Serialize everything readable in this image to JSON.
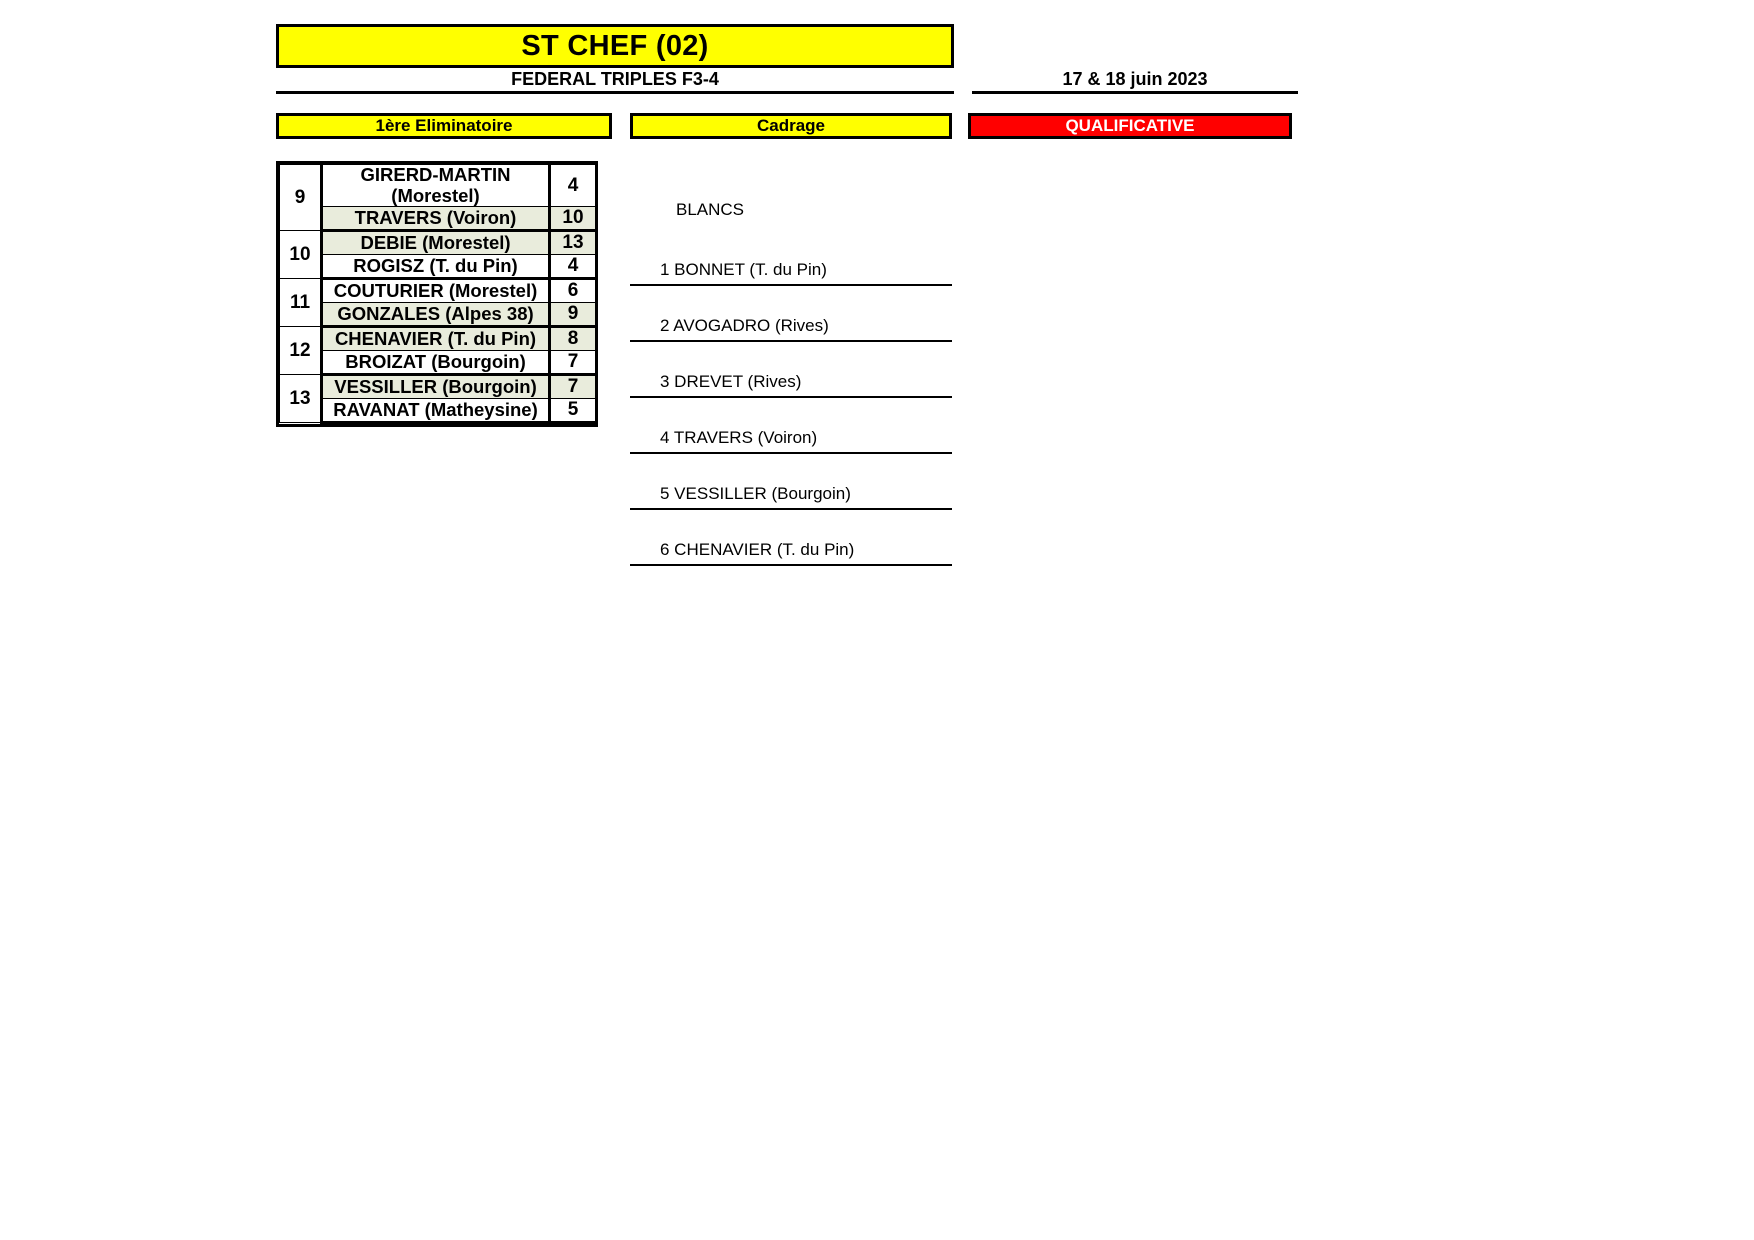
{
  "header": {
    "title": "ST CHEF (02)",
    "subtitle": "FEDERAL TRIPLES  F3-4",
    "date": "17 & 18 juin 2023"
  },
  "bands": {
    "eliminatoire": "1ère Eliminatoire",
    "cadrage": "Cadrage",
    "qualificative": "QUALIFICATIVE"
  },
  "colors": {
    "banner_yellow": "#ffff00",
    "qualificative_red": "#ff0000",
    "row_shade": "#e9ecdc",
    "border_black": "#000000"
  },
  "results": {
    "groups": [
      {
        "number": "9",
        "rows": [
          {
            "name": "GIRERD-MARTIN (Morestel)",
            "score": "4",
            "shaded": false
          },
          {
            "name": "TRAVERS (Voiron)",
            "score": "10",
            "shaded": true
          }
        ]
      },
      {
        "number": "10",
        "rows": [
          {
            "name": "DEBIE (Morestel)",
            "score": "13",
            "shaded": true
          },
          {
            "name": "ROGISZ (T. du Pin)",
            "score": "4",
            "shaded": false
          }
        ]
      },
      {
        "number": "11",
        "rows": [
          {
            "name": "COUTURIER (Morestel)",
            "score": "6",
            "shaded": false
          },
          {
            "name": "GONZALES (Alpes 38)",
            "score": "9",
            "shaded": true
          }
        ]
      },
      {
        "number": "12",
        "rows": [
          {
            "name": "CHENAVIER (T. du Pin)",
            "score": "8",
            "shaded": true
          },
          {
            "name": "BROIZAT (Bourgoin)",
            "score": "7",
            "shaded": false
          }
        ]
      },
      {
        "number": "13",
        "rows": [
          {
            "name": "VESSILLER (Bourgoin)",
            "score": "7",
            "shaded": true
          },
          {
            "name": "RAVANAT (Matheysine)",
            "score": "5",
            "shaded": false
          }
        ]
      }
    ]
  },
  "cadrage": {
    "heading": "BLANCS",
    "entries": [
      "1 BONNET (T. du Pin)",
      "2 AVOGADRO (Rives)",
      "3 DREVET (Rives)",
      "4 TRAVERS (Voiron)",
      "5 VESSILLER (Bourgoin)",
      "6 CHENAVIER (T. du Pin)"
    ]
  }
}
